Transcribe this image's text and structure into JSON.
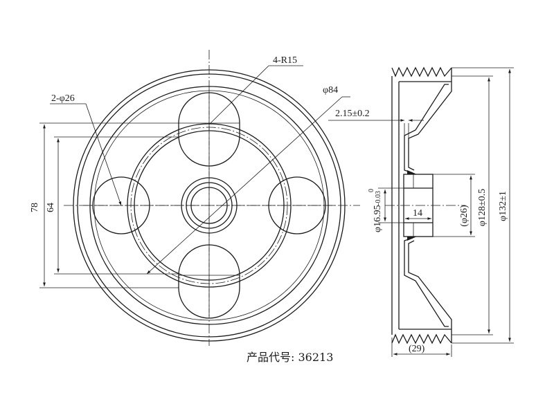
{
  "front_view": {
    "labels": {
      "radius_note": "4-R15",
      "hole_note": "2-φ26",
      "pitch_diameter": "φ84",
      "dim_outer_height": "78",
      "dim_inner_height": "64"
    }
  },
  "side_view": {
    "labels": {
      "thickness": "2.15±0.2",
      "bore": "φ16.95",
      "bore_tol_upper": "0",
      "bore_tol_lower": "-0.03",
      "hub_length": "14",
      "hub_diameter": "(φ26)",
      "groove_diameter": "φ128±0.5",
      "outer_diameter": "φ132±1",
      "width": "(29)"
    }
  },
  "product_code": "产品代号: 36213",
  "colors": {
    "line": "#1a1a1a",
    "background": "#ffffff"
  }
}
